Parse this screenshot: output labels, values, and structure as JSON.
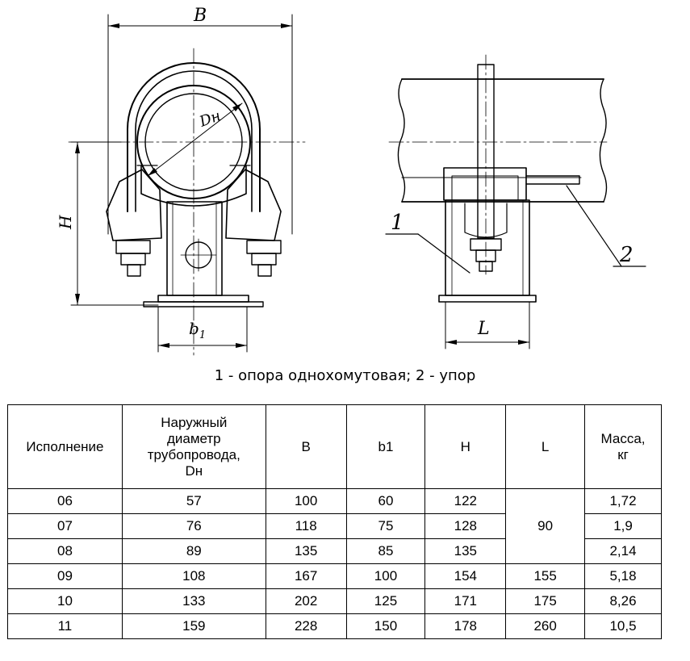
{
  "drawing": {
    "left_view": {
      "label_B": "B",
      "label_Dn": "Dн",
      "label_H": "H",
      "label_b": "b",
      "label_b_sub": "1"
    },
    "right_view": {
      "label_L": "L",
      "label_part1": "1",
      "label_part2": "2"
    }
  },
  "caption": "1 - опора однохомутовая; 2 - упор",
  "table": {
    "headers": {
      "h0": "Исполнение",
      "h1_lines": [
        "Наружный",
        "диаметр",
        "трубопровода,",
        "Dн"
      ],
      "h2": "B",
      "h3": "b1",
      "h4": "H",
      "h5": "L",
      "h6_lines": [
        "Масса,",
        "кг"
      ]
    },
    "rows": [
      {
        "version": "06",
        "dn": "57",
        "b": "100",
        "b1": "60",
        "h": "122",
        "mass": "1,72"
      },
      {
        "version": "07",
        "dn": "76",
        "b": "118",
        "b1": "75",
        "h": "128",
        "mass": "1,9"
      },
      {
        "version": "08",
        "dn": "89",
        "b": "135",
        "b1": "85",
        "h": "135",
        "mass": "2,14"
      },
      {
        "version": "09",
        "dn": "108",
        "b": "167",
        "b1": "100",
        "h": "154",
        "l": "155",
        "mass": "5,18"
      },
      {
        "version": "10",
        "dn": "133",
        "b": "202",
        "b1": "125",
        "h": "171",
        "l": "175",
        "mass": "8,26"
      },
      {
        "version": "11",
        "dn": "159",
        "b": "228",
        "b1": "150",
        "h": "178",
        "l": "260",
        "mass": "10,5"
      }
    ],
    "l_merged_rows_0_2": "90"
  }
}
